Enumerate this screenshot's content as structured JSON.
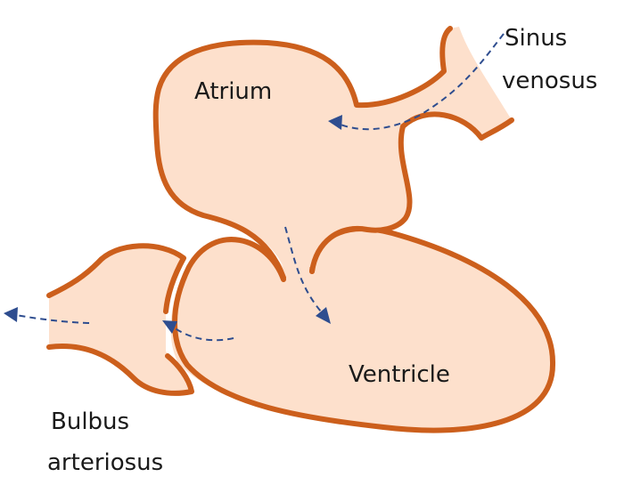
{
  "labels": {
    "atrium": "Atrium",
    "sinus": [
      "Sinus",
      "venosus"
    ],
    "ventricle": "Ventricle",
    "bulbus": [
      "Bulbus",
      "arteriosus"
    ]
  },
  "colors": {
    "chamber_fill": "#fde0cc",
    "chamber_outline": "#cc5f1c",
    "flow_arrow": "#2e4d8f",
    "text": "#1a1a1a"
  }
}
